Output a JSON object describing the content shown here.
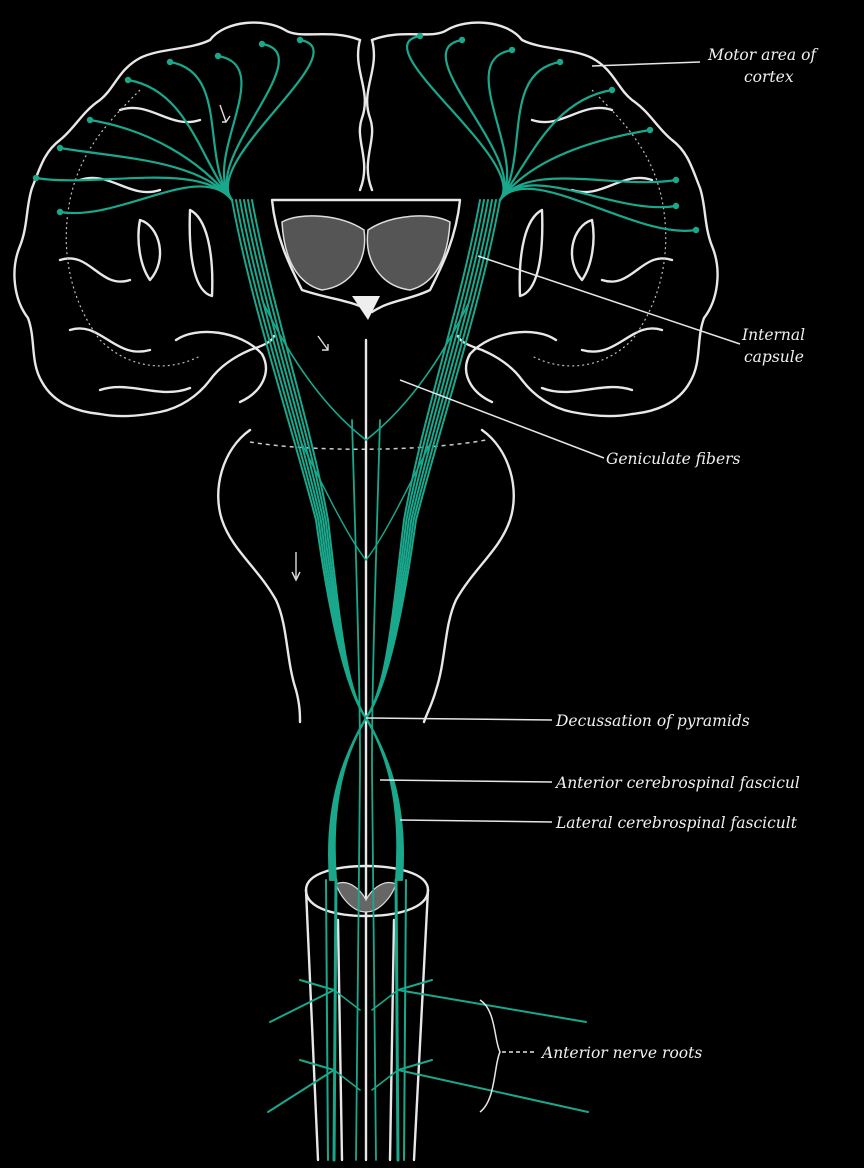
{
  "labels": {
    "motor_area_line1": "Motor area of",
    "motor_area_line2": "cortex",
    "internal_capsule_line1": "Internal",
    "internal_capsule_line2": "capsule",
    "geniculate_fibers": "Geniculate fibers",
    "decussation": "Decussation of pyramids",
    "anterior_fasciculus": "Anterior cerebrospinal fascicul",
    "lateral_fasciculus": "Lateral cerebrospinal fascicult",
    "anterior_nerve_roots": "Anterior nerve roots"
  },
  "colors": {
    "background": "#000000",
    "tract": "#1aa88c",
    "outline": "#e8e8e8",
    "label": "#f0f0f0"
  }
}
